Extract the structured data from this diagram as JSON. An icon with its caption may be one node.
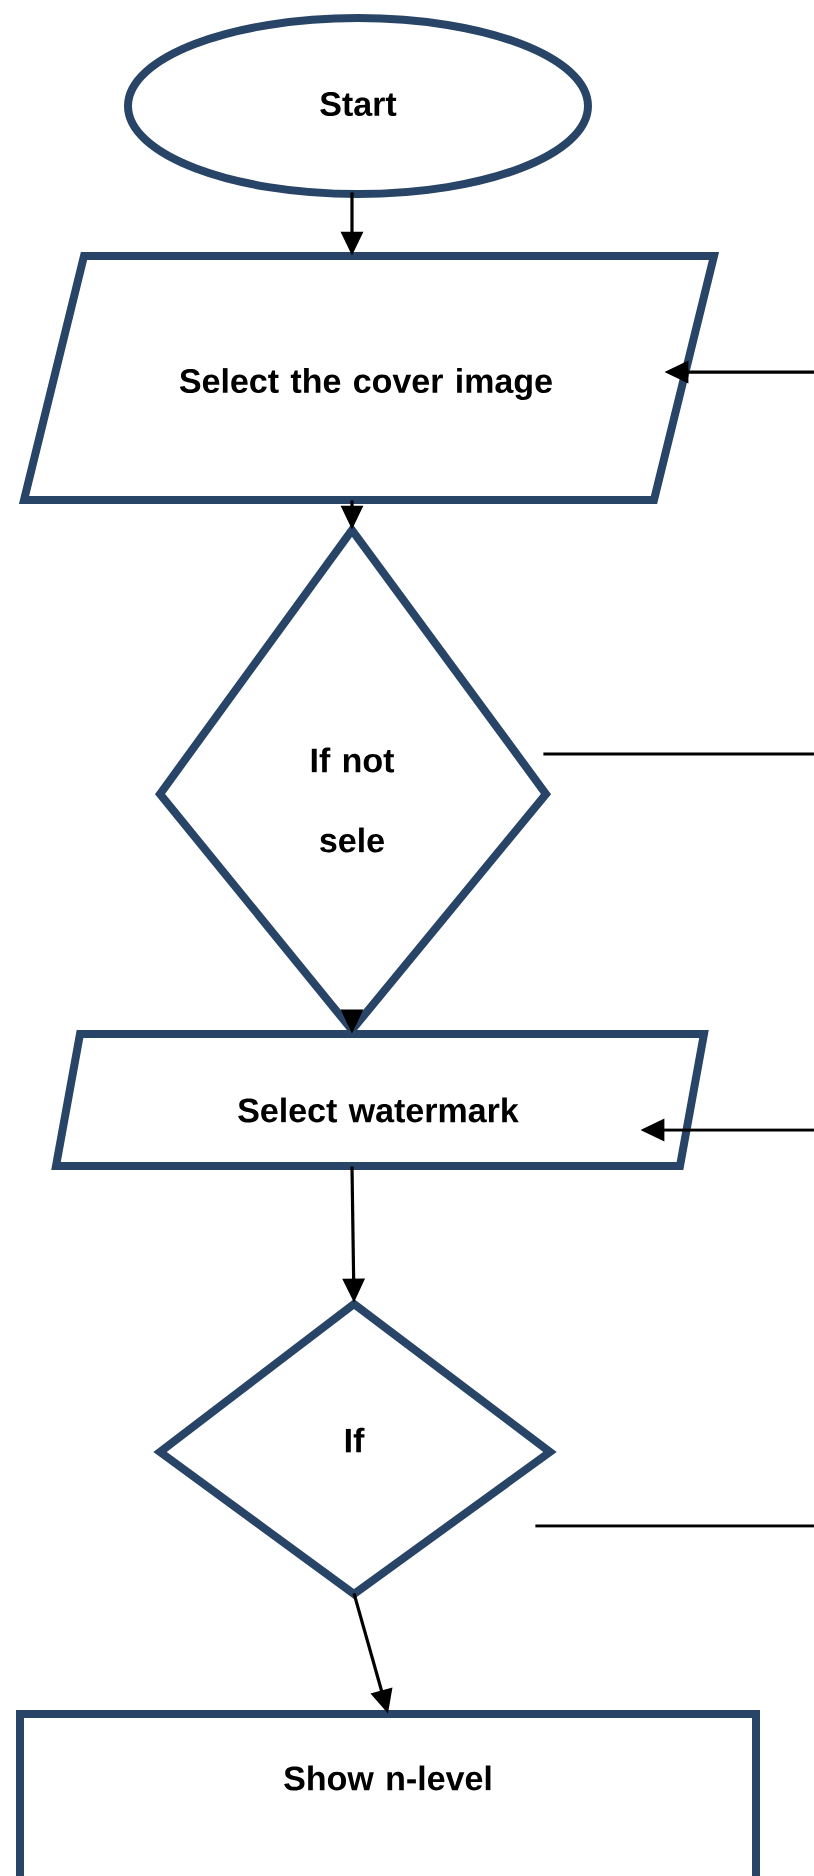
{
  "diagram": {
    "nodes": [
      {
        "text": [
          "Start"
        ]
      },
      {
        "text": [
          "Select the cover image"
        ]
      },
      {
        "text": [
          "If not sele"
        ]
      },
      {
        "text": [
          "Select watermark"
        ]
      },
      {
        "text": [
          "If"
        ]
      },
      {
        "text": [
          "Show n-level"
        ]
      }
    ],
    "edges": [
      {
        "from": 0,
        "to": 1,
        "arrow": "to"
      },
      {
        "from": 1,
        "to": 2,
        "arrow": "to"
      },
      {
        "from": null,
        "to": 1,
        "arrow": "to"
      },
      {
        "from": 2,
        "to": null,
        "arrow": "none"
      },
      {
        "from": 2,
        "to": 3,
        "arrow": "to"
      },
      {
        "from": null,
        "to": 3,
        "arrow": "to"
      },
      {
        "from": 3,
        "to": 4,
        "arrow": "to"
      },
      {
        "from": 4,
        "to": null,
        "arrow": "none"
      },
      {
        "from": 4,
        "to": 5,
        "arrow": "to"
      }
    ]
  }
}
